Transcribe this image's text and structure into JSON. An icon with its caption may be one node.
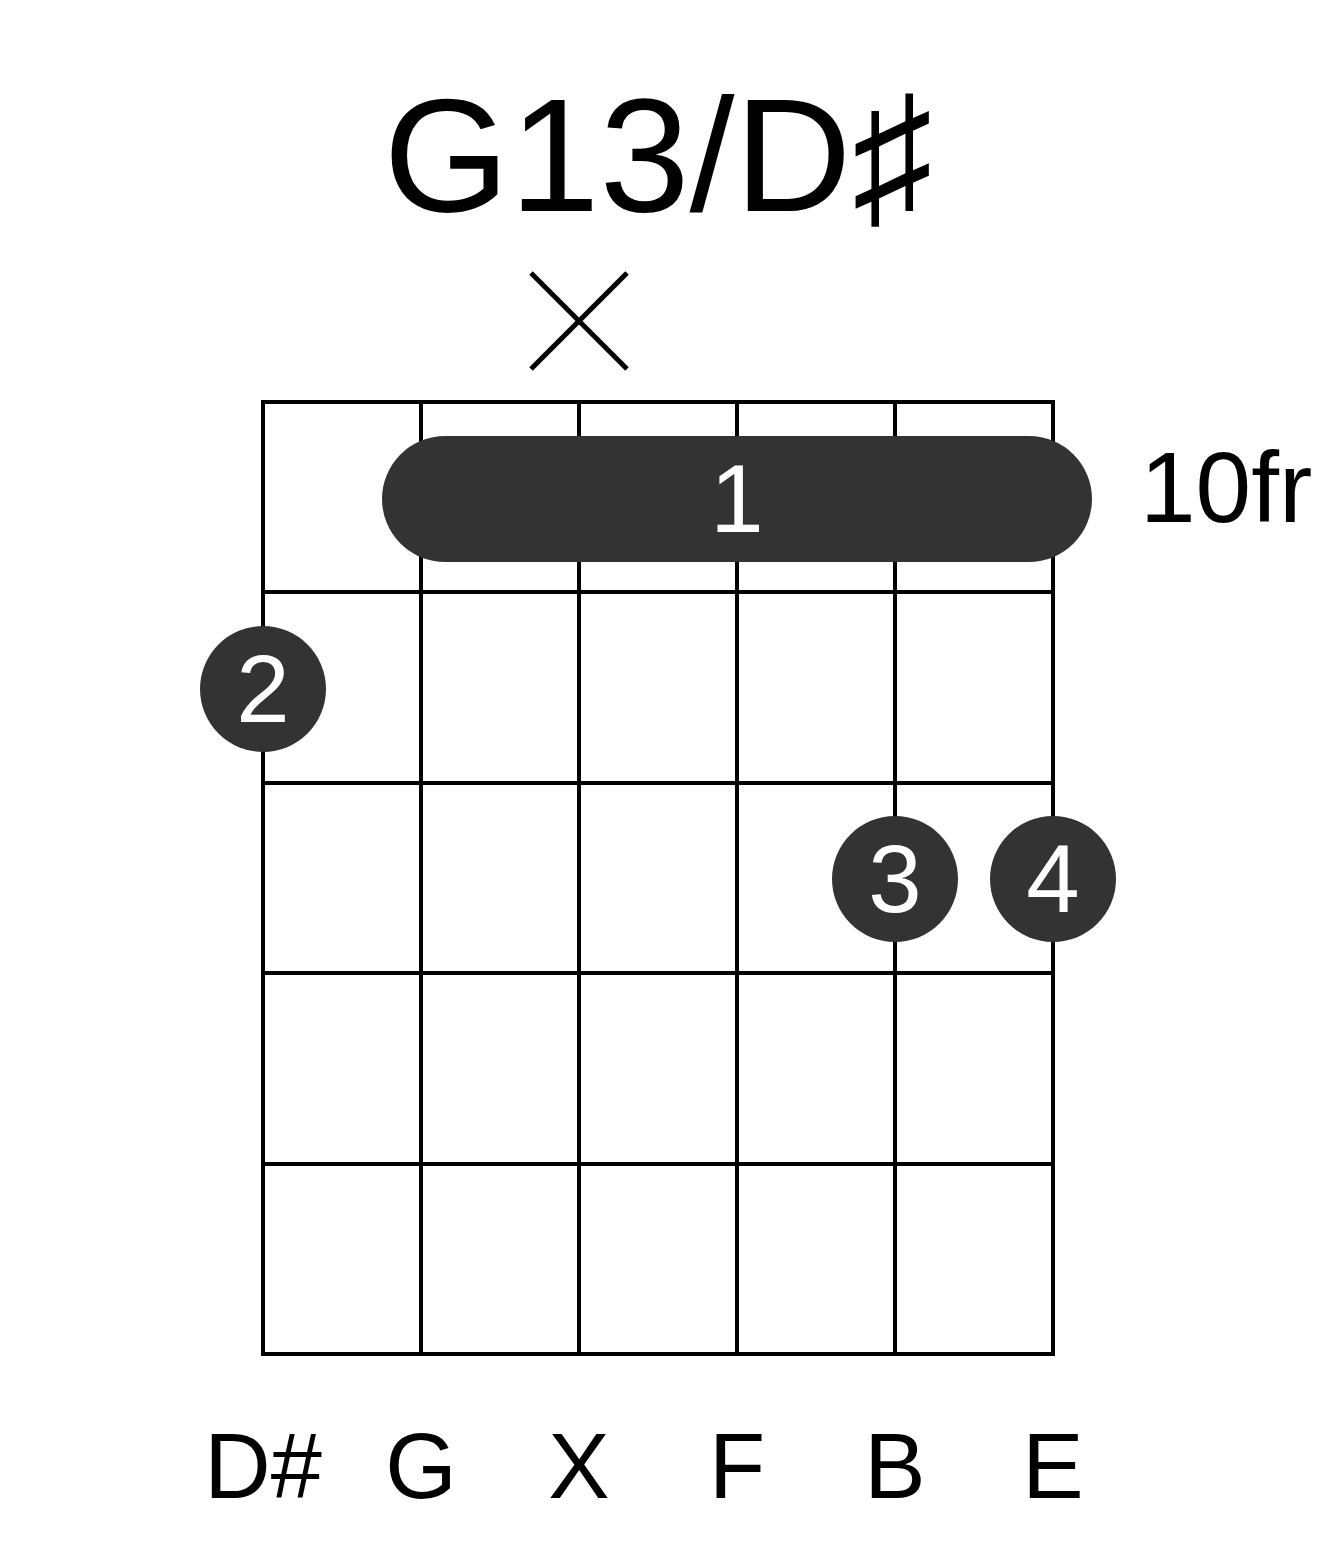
{
  "diagram": {
    "title": "G13/D♯",
    "nodes": [
      {
        "text": [
          "1"
        ]
      },
      {
        "text": [
          "2"
        ]
      },
      {
        "text": [
          "3"
        ]
      },
      {
        "text": [
          "4"
        ]
      }
    ],
    "labels": [
      "10fr",
      "D#",
      "G",
      "X",
      "F",
      "B",
      "E"
    ]
  }
}
